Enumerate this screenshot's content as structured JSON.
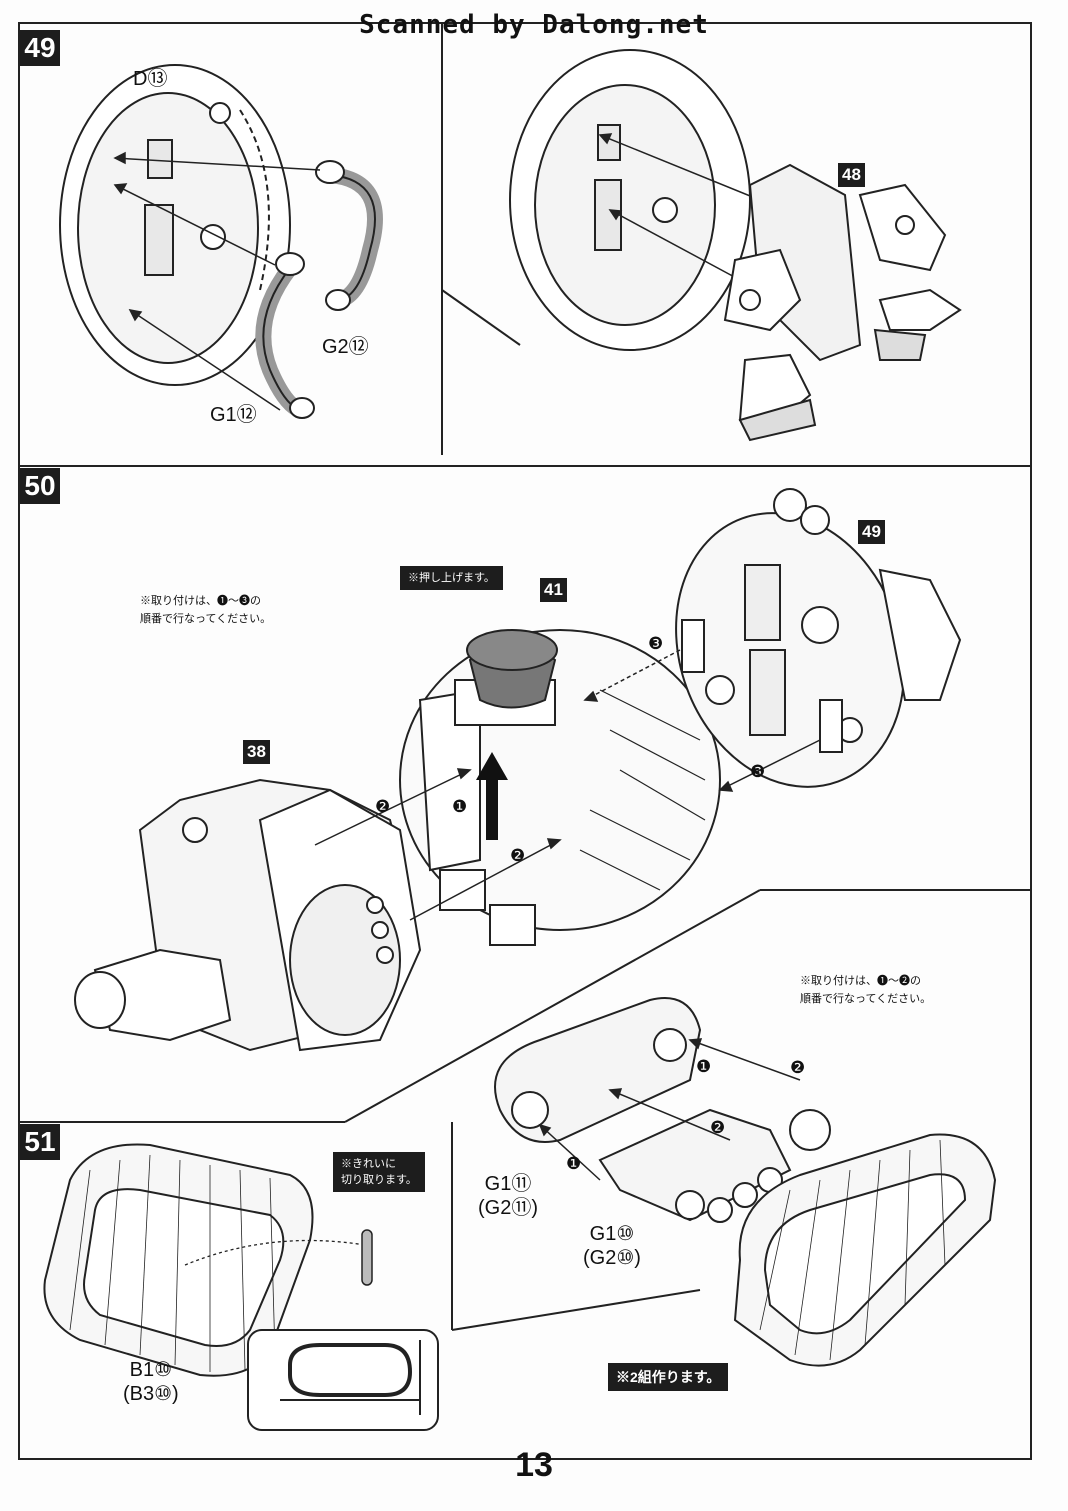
{
  "header": {
    "scan_credit": "Scanned by Dalong.net"
  },
  "steps": {
    "s49": {
      "number": "49",
      "labels": {
        "d": "D⑬",
        "g2": "G2⑫",
        "g1": "G1⑫"
      },
      "ref_badge": "48"
    },
    "s50": {
      "number": "50",
      "note": {
        "line1": "※取り付けは、❶～❸の",
        "line2": "順番で行なってください。"
      },
      "callout": "※押し上げます。",
      "badges": {
        "b41": "41",
        "b38": "38",
        "b49": "49"
      },
      "seq": {
        "one": "❶",
        "two": "❷",
        "three": "❸"
      }
    },
    "s51": {
      "number": "51",
      "callout": {
        "line1": "※きれいに",
        "line2": "切り取ります。"
      },
      "note": {
        "line1": "※取り付けは、❶～❷の",
        "line2": "順番で行なってください。"
      },
      "labels": {
        "b1": "B1⑩",
        "b3": "(B3⑩)",
        "g1_11": "G1⑪",
        "g2_11": "(G2⑪)",
        "g1_10": "G1⑩",
        "g2_10": "(G2⑩)"
      },
      "make_two": "※2組作ります。"
    }
  },
  "page_number": "13"
}
